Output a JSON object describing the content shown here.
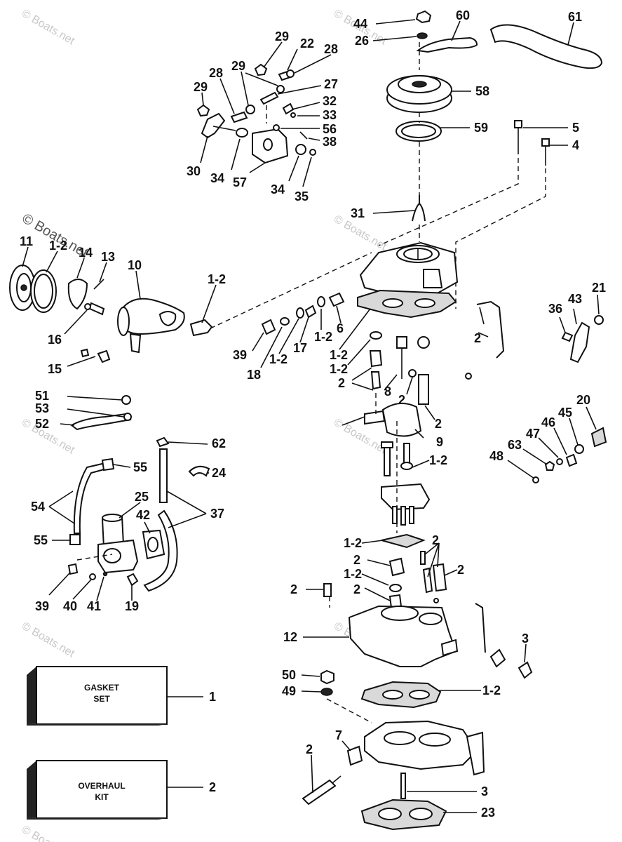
{
  "watermark": "© Boats.net",
  "boxes": {
    "gasket_set": {
      "line1": "GASKET",
      "line2": "SET",
      "ref": "1"
    },
    "overhaul_kit": {
      "line1": "OVERHAUL",
      "line2": "KIT",
      "ref": "2"
    }
  },
  "callouts": {
    "c44": "44",
    "c26": "26",
    "c60": "60",
    "c61": "61",
    "c58": "58",
    "c59": "59",
    "c5": "5",
    "c4": "4",
    "c31": "31",
    "c29a": "29",
    "c22": "22",
    "c28a": "28",
    "c29b": "29",
    "c28b": "28",
    "c27": "27",
    "c29c": "29",
    "c32": "32",
    "c33": "33",
    "c56": "56",
    "c38": "38",
    "c30": "30",
    "c34a": "34",
    "c57": "57",
    "c34b": "34",
    "c35": "35",
    "c11": "11",
    "c1_2a": "1-2",
    "c14": "14",
    "c13": "13",
    "c10": "10",
    "c1_2b": "1-2",
    "c16": "16",
    "c15": "15",
    "c39a": "39",
    "c18": "18",
    "c1_2c": "1-2",
    "c17": "17",
    "c1_2d": "1-2",
    "c6": "6",
    "c1_2e": "1-2",
    "c1_2f": "1-2",
    "c2a": "2",
    "c8": "8",
    "c2b": "2",
    "c2c": "2",
    "c2d": "2",
    "c21": "21",
    "c43": "43",
    "c36": "36",
    "c9": "9",
    "c1_2g": "1-2",
    "c51": "51",
    "c53": "53",
    "c52": "52",
    "c62": "62",
    "c24": "24",
    "c55a": "55",
    "c54": "54",
    "c25": "25",
    "c37": "37",
    "c42": "42",
    "c55b": "55",
    "c39b": "39",
    "c40": "40",
    "c41": "41",
    "c19": "19",
    "c20": "20",
    "c45": "45",
    "c46": "46",
    "c47": "47",
    "c63": "63",
    "c48": "48",
    "c1_2h": "1-2",
    "c2e": "2",
    "c2f": "2",
    "c1_2i": "1-2",
    "c2g": "2",
    "c2h": "2",
    "c2i": "2",
    "c12": "12",
    "c3a": "3",
    "c50": "50",
    "c49": "49",
    "c1_2j": "1-2",
    "c7": "7",
    "c2j": "2",
    "c3b": "3",
    "c23": "23"
  }
}
